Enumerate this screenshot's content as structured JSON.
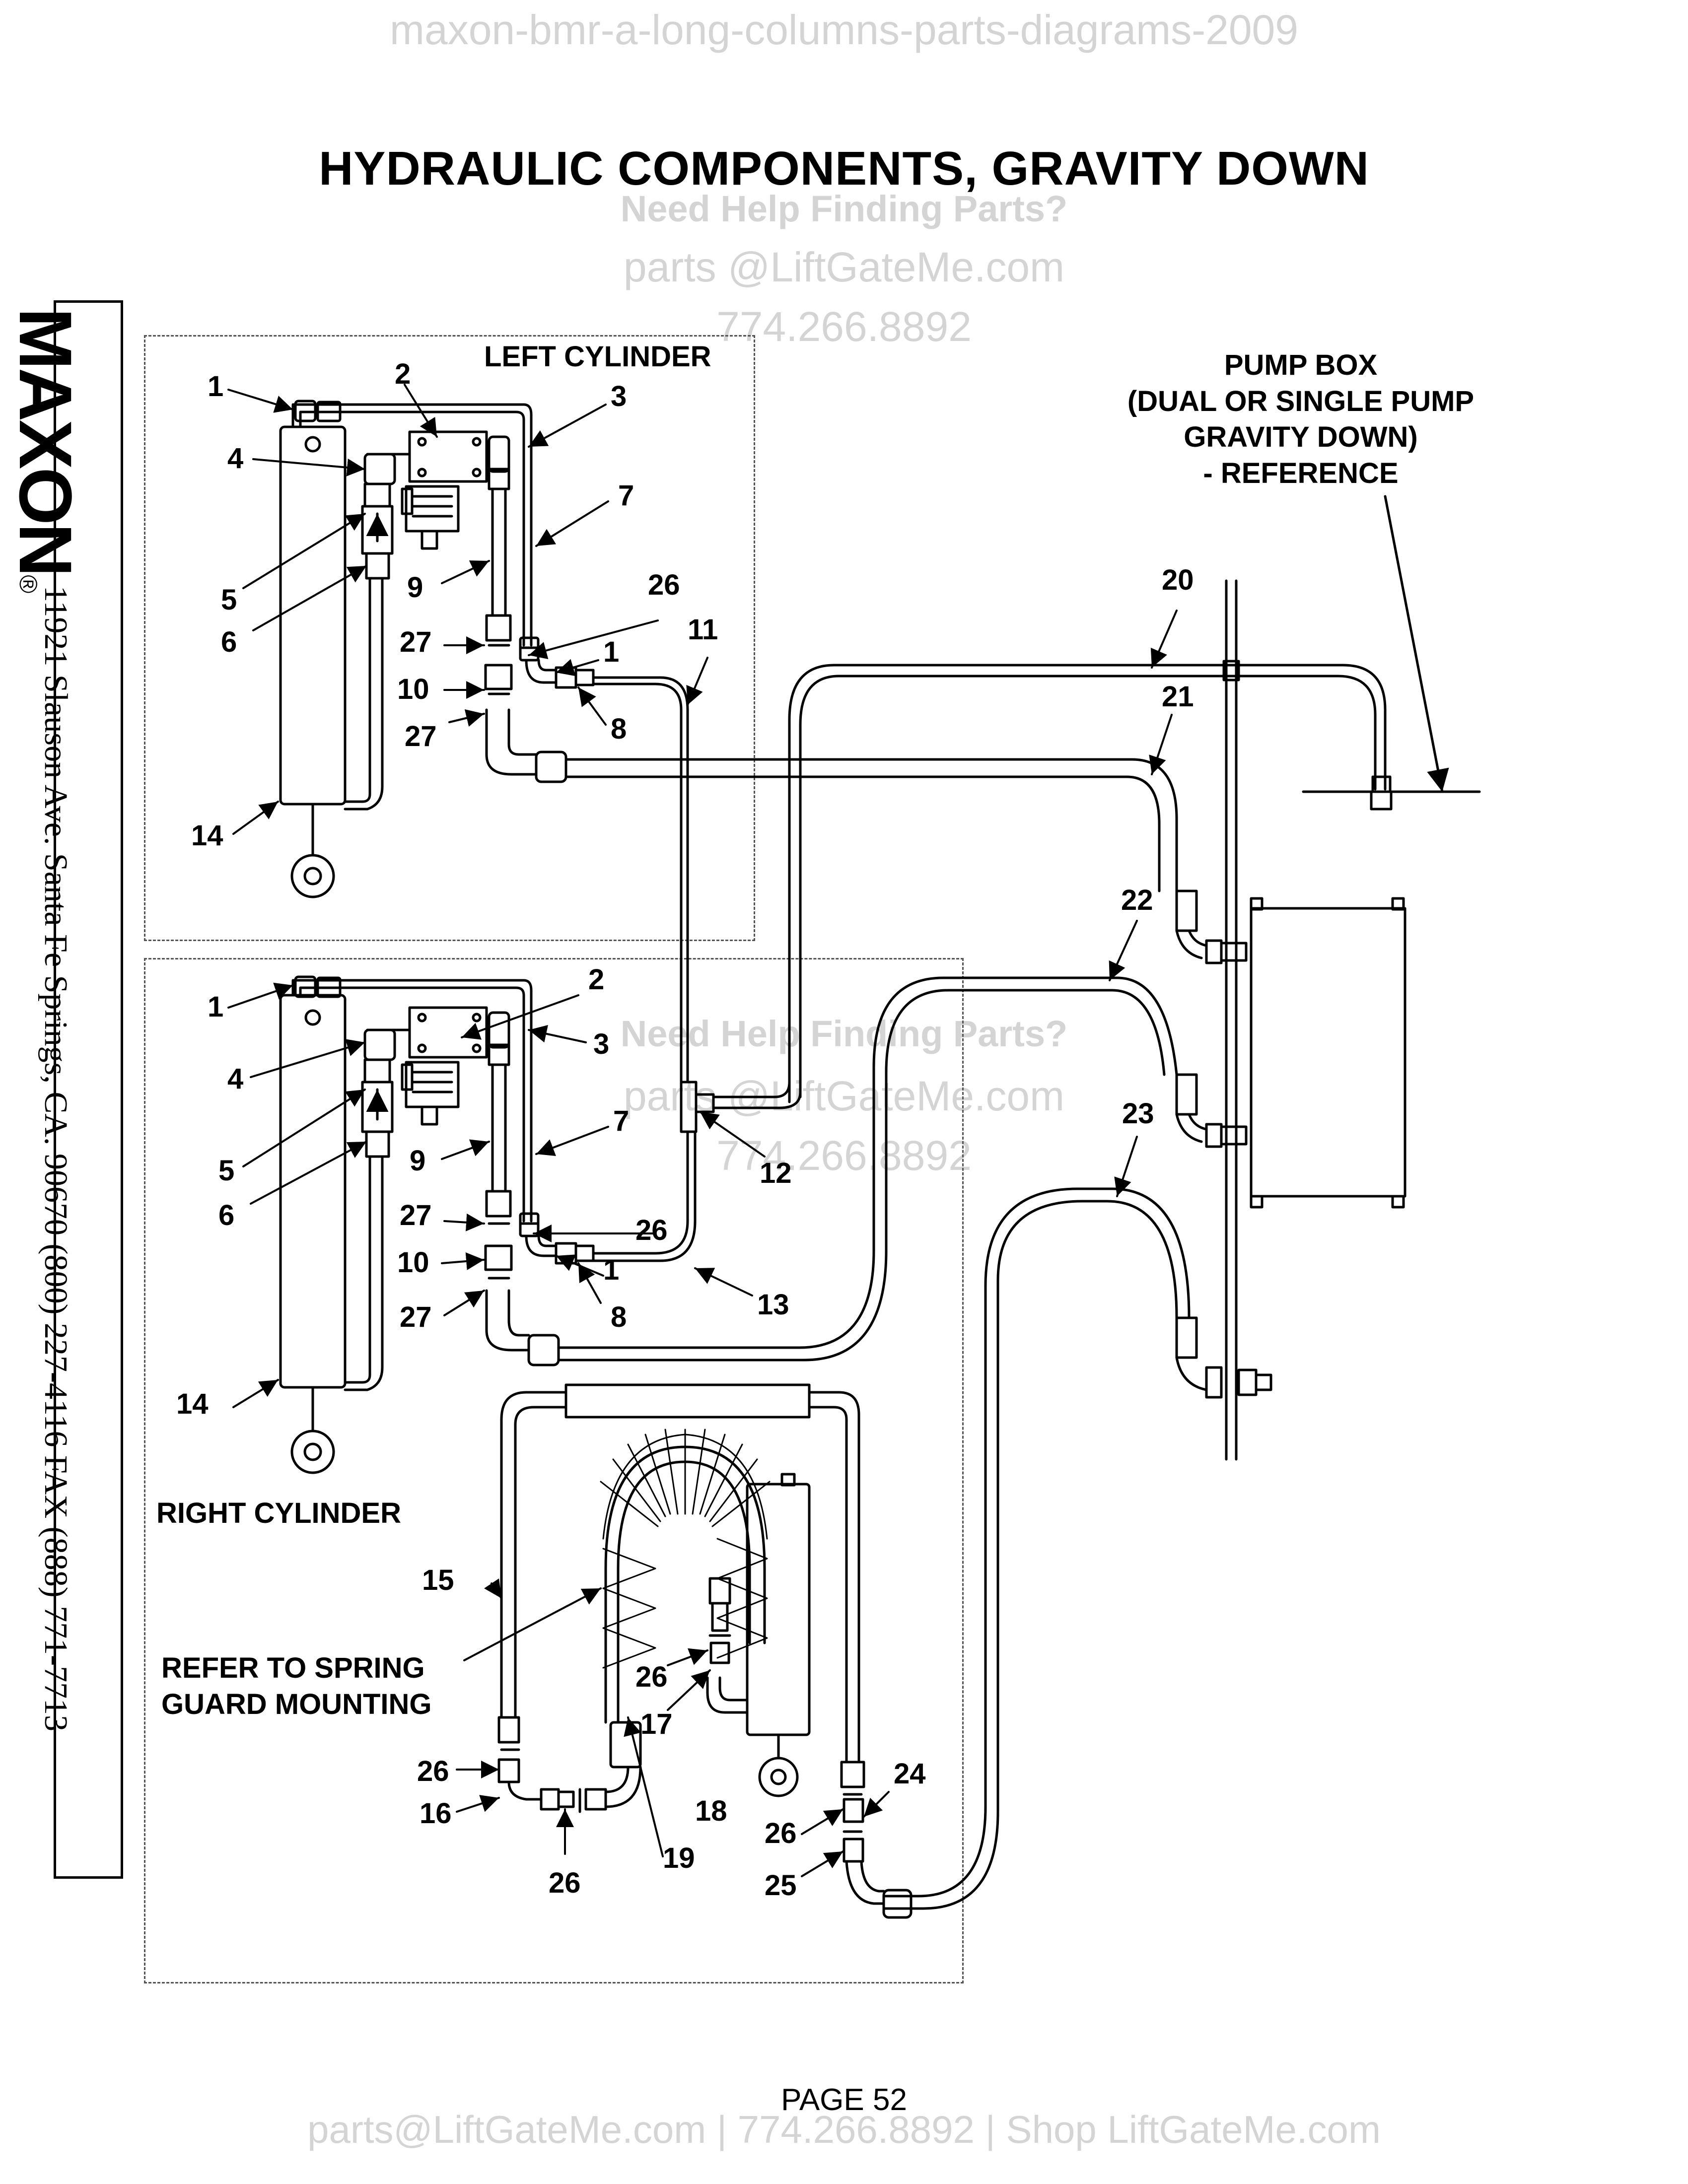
{
  "document": {
    "title": "HYDRAULIC COMPONENTS, GRAVITY DOWN",
    "page_label": "PAGE 52"
  },
  "watermarks": {
    "top": "maxon-bmr-a-long-columns-parts-diagrams-2009",
    "help": "Need Help Finding Parts?",
    "email": "parts @LiftGateMe.com",
    "phone": "774.266.8892",
    "footer": "parts@LiftGateMe.com | 774.266.8892 | Shop LiftGateMe.com"
  },
  "sidebar": {
    "logo": "MAXON",
    "registered": "®",
    "address": "11921 Slauson Ave.  Santa Fe Springs, CA.  90670  (800) 227-4116  FAX (888) 771-7713"
  },
  "sections": {
    "left_cylinder": "LEFT CYLINDER",
    "right_cylinder": "RIGHT CYLINDER",
    "pump_box": [
      "PUMP BOX",
      "(DUAL OR SINGLE PUMP",
      "GRAVITY DOWN)",
      "- REFERENCE"
    ],
    "spring_note": [
      "REFER TO SPRING",
      "GUARD MOUNTING"
    ]
  },
  "callouts": {
    "left": [
      "1",
      "2",
      "3",
      "4",
      "5",
      "6",
      "7",
      "9",
      "26",
      "27",
      "1",
      "10",
      "8",
      "27",
      "11",
      "14"
    ],
    "pump": [
      "20",
      "21",
      "22",
      "23"
    ],
    "right": [
      "1",
      "2",
      "3",
      "4",
      "5",
      "6",
      "7",
      "9",
      "27",
      "26",
      "10",
      "1",
      "8",
      "27",
      "12",
      "13",
      "14"
    ],
    "bottom": [
      "15",
      "26",
      "17",
      "16",
      "26",
      "19",
      "18",
      "26",
      "24",
      "26",
      "25"
    ]
  },
  "colors": {
    "line": "#000000",
    "watermark": "#d4d4d4",
    "frame": "#555555"
  }
}
